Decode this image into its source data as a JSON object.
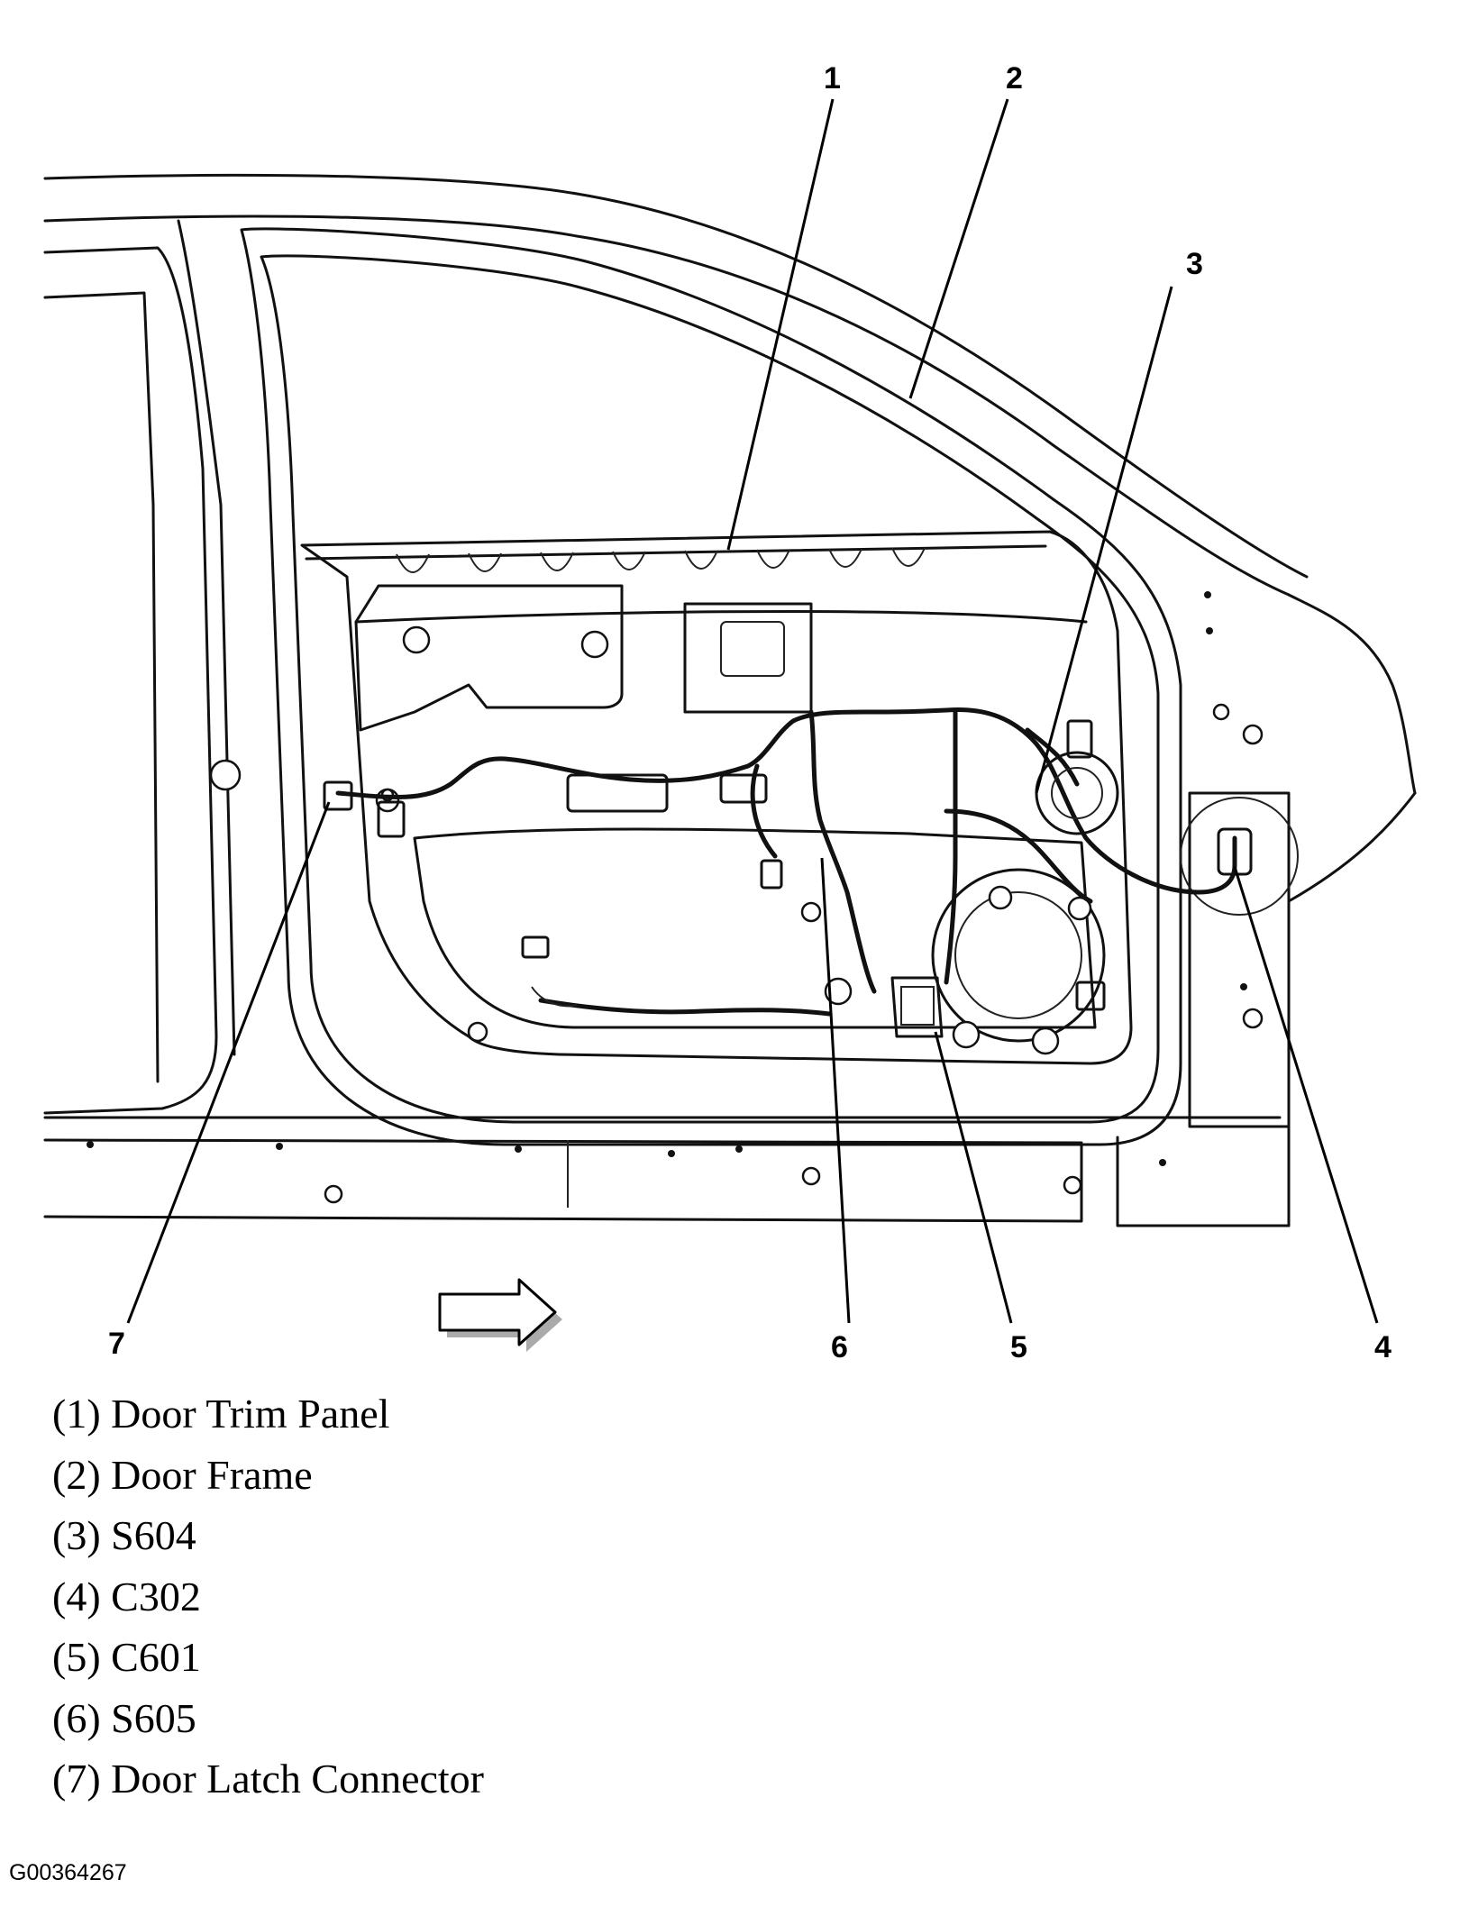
{
  "callouts": [
    "1",
    "2",
    "3",
    "4",
    "5",
    "6",
    "7"
  ],
  "legend": [
    "(1) Door Trim Panel",
    "(2) Door Frame",
    "(3) S604",
    "(4) C302",
    "(5) C601",
    "(6) S605",
    "(7) Door Latch Connector"
  ],
  "figure_id": "G00364267",
  "icons": {
    "direction": "forward-arrow-icon"
  }
}
